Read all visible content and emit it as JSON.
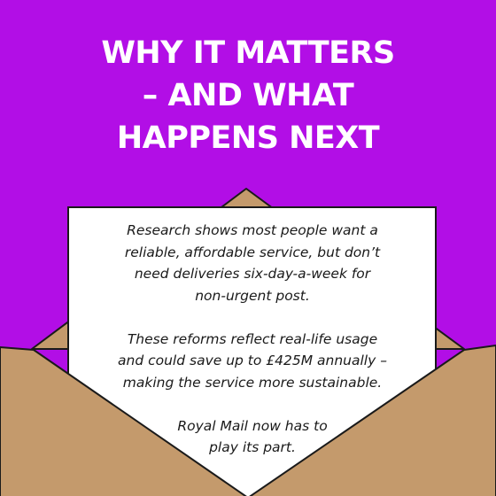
{
  "colors": {
    "background": "#b20ee6",
    "envelope": "#c49a6c",
    "envelope_shadow": "#b88b5c",
    "letter": "#ffffff",
    "outline": "#1a1a1a"
  },
  "headline": {
    "lines": [
      "WHY IT MATTERS",
      "– AND WHAT",
      "HAPPENS NEXT"
    ]
  },
  "letter": {
    "paragraphs": [
      {
        "lines": [
          "Research shows most people want a",
          "reliable, affordable service, but don’t",
          "need deliveries six-day-a-week for",
          "non-urgent post."
        ]
      },
      {
        "lines": [
          "These reforms reflect real-life usage",
          "and could save up to £425M annually –",
          "making the service more sustainable."
        ]
      },
      {
        "lines": [
          "Royal Mail now has to",
          "play its part."
        ]
      }
    ]
  },
  "icons": {
    "illustration": "open-envelope-with-letter"
  }
}
